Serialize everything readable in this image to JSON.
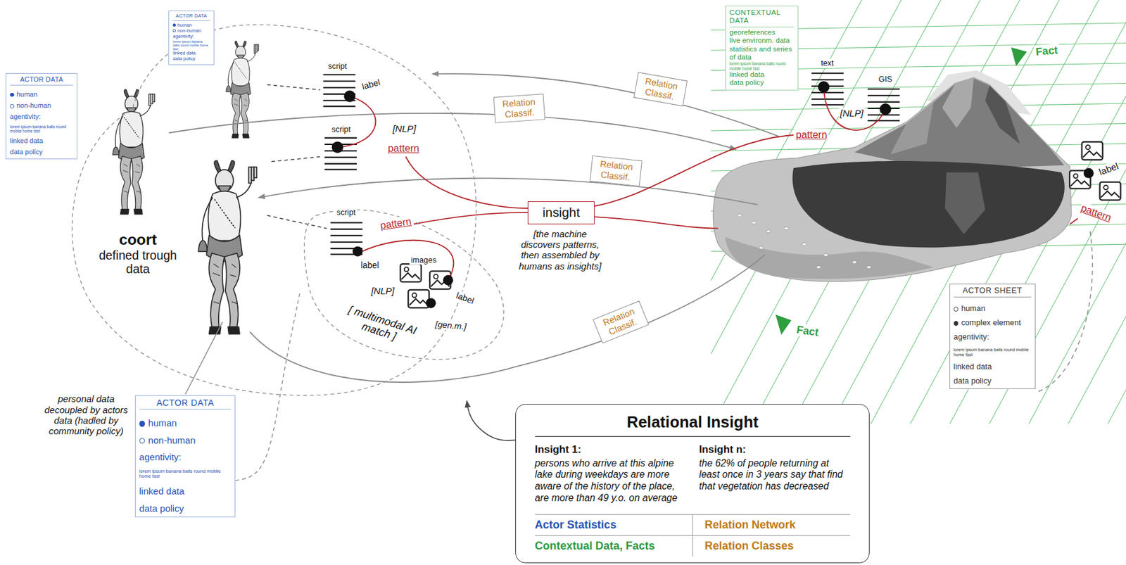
{
  "diagram": {
    "nodes": [
      {
        "text": [
          "ACTOR DATA",
          "human",
          "non-human",
          "agentivity:",
          "lorem ipsum banana balls round mobile home fast",
          "linked data",
          "data policy"
        ]
      },
      {
        "text": [
          "ACTOR DATA",
          "human",
          "non-human",
          "agentivity:",
          "lorem ipsum banana balls round mobile home fast",
          "linked data",
          "data policy"
        ]
      },
      {
        "text": [
          "coort",
          "defined trough data"
        ]
      },
      {
        "text": [
          "[ multimodal AI match ]"
        ],
        "in": 2
      },
      {
        "text": [
          "CONTEXTUAL DATA",
          "georeferences",
          "live environm. data",
          "statistics and series of data",
          "lorem ipsum banana balls round mobile home fast",
          "linked data",
          "data policy"
        ]
      },
      {
        "text": [
          "Relation Classif."
        ]
      },
      {
        "text": [
          "Relation Classif."
        ]
      },
      {
        "text": [
          "Relation Classif."
        ]
      },
      {
        "text": [
          "insight"
        ]
      },
      {
        "text": [
          "Relation Classif."
        ]
      },
      {
        "text": [
          "ACTOR SHEET",
          "human",
          "complex element",
          "agentivity:",
          "lorem ipsum banana balls round mobile home fast",
          "linked data",
          "data policy"
        ]
      },
      {
        "text": [
          "ACTOR DATA",
          "human",
          "non-human",
          "agentivity:",
          "lorem ipsum banana balls round mobile home fast",
          "linked data",
          "data policy"
        ]
      },
      {
        "text": [
          "Relational Insight",
          "Insight 1:",
          "persons who arrive at this alpine lake during weekdays are more aware of the history of the place, are more than 49 y.o. on average",
          "Insight n:",
          "the 62% of people returning at least once in 3 years say that find that vegetation has decreased",
          "Actor Statistics",
          "Relation Network",
          "Contextual Data, Facts",
          "Relation Classes"
        ]
      }
    ],
    "edges": [
      {
        "from": 12,
        "to": 2,
        "arrow": "to"
      },
      {
        "from": 11,
        "to": 3,
        "arrow": "none"
      }
    ],
    "labels": [
      "script",
      "label",
      "script",
      "[NLP]",
      "pattern",
      "script",
      "pattern",
      "label",
      "images",
      "[NLP]",
      "label",
      "[gen.m.]",
      "text",
      "GIS",
      "[NLP]",
      "pattern",
      "label",
      "pattern",
      "Fact",
      "Fact",
      "[the machine discovers patterns, then assembled by humans as insights]",
      "personal data decoupled by actors data (hadled by community policy)"
    ]
  }
}
